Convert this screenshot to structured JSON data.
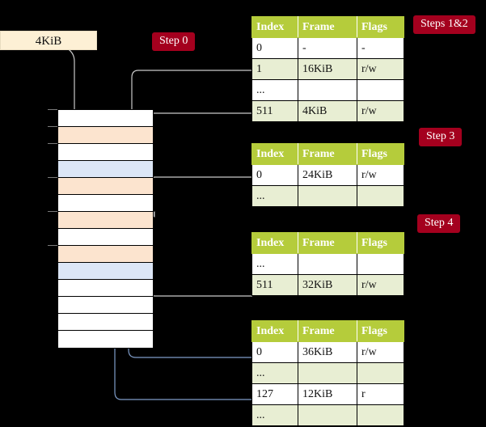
{
  "diagram": {
    "title": "multi-level-page-table-walk",
    "background": "#000000",
    "callout": {
      "label": "4KiB"
    },
    "badges": [
      {
        "name": "step-0",
        "label": "Step 0"
      },
      {
        "name": "steps-1-and-2",
        "label": "Steps 1&2"
      },
      {
        "name": "step-3",
        "label": "Step 3"
      },
      {
        "name": "step-4",
        "label": "Step 4"
      }
    ],
    "colors": {
      "badge_bg": "#a4001e",
      "badge_fg": "#ffffff",
      "callout_bg": "#fdf0d5",
      "table_header_bg": "#b5cc3b",
      "table_alt_row_bg": "#e8eed3",
      "highlight_bg": "#faf5a0",
      "frame_orange": "#fce4cf",
      "frame_blue": "#dce6f6",
      "wire_gray": "#c9c9c9",
      "wire_blue": "#7f9dc9"
    },
    "memory": {
      "name": "physical-memory-column",
      "rows": [
        {
          "fill": "white"
        },
        {
          "fill": "orange"
        },
        {
          "fill": "white"
        },
        {
          "fill": "blue"
        },
        {
          "fill": "orange"
        },
        {
          "fill": "white"
        },
        {
          "fill": "orange"
        },
        {
          "fill": "white"
        },
        {
          "fill": "orange"
        },
        {
          "fill": "blue"
        },
        {
          "fill": "white"
        },
        {
          "fill": "white"
        },
        {
          "fill": "white"
        },
        {
          "fill": "white"
        }
      ]
    },
    "tables": [
      {
        "name": "level-4-table",
        "columns": [
          "Index",
          "Frame",
          "Flags"
        ],
        "rows": [
          {
            "cells": [
              "0",
              "-",
              "-"
            ],
            "alt": false,
            "highlight": false
          },
          {
            "cells": [
              "1",
              "16KiB",
              "r/w"
            ],
            "alt": true,
            "highlight": false
          },
          {
            "cells": [
              "...",
              "",
              ""
            ],
            "alt": false,
            "highlight": false
          },
          {
            "cells": [
              "511",
              "4KiB",
              "r/w"
            ],
            "alt": true,
            "highlight": true
          }
        ]
      },
      {
        "name": "level-3-table",
        "columns": [
          "Index",
          "Frame",
          "Flags"
        ],
        "rows": [
          {
            "cells": [
              "0",
              "24KiB",
              "r/w"
            ],
            "alt": false,
            "highlight": false
          },
          {
            "cells": [
              "...",
              "",
              ""
            ],
            "alt": true,
            "highlight": false
          }
        ]
      },
      {
        "name": "level-2-table",
        "columns": [
          "Index",
          "Frame",
          "Flags"
        ],
        "rows": [
          {
            "cells": [
              "...",
              "",
              ""
            ],
            "alt": false,
            "highlight": false
          },
          {
            "cells": [
              "511",
              "32KiB",
              "r/w"
            ],
            "alt": true,
            "highlight": false
          }
        ]
      },
      {
        "name": "level-1-table",
        "columns": [
          "Index",
          "Frame",
          "Flags"
        ],
        "rows": [
          {
            "cells": [
              "0",
              "36KiB",
              "r/w"
            ],
            "alt": false,
            "highlight": false
          },
          {
            "cells": [
              "...",
              "",
              ""
            ],
            "alt": true,
            "highlight": false
          },
          {
            "cells": [
              "127",
              "12KiB",
              "r"
            ],
            "alt": false,
            "highlight": false
          },
          {
            "cells": [
              "...",
              "",
              ""
            ],
            "alt": true,
            "highlight": false
          }
        ]
      }
    ]
  }
}
